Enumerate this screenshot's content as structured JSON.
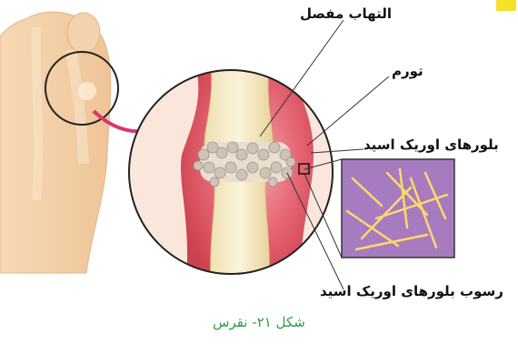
{
  "figure": {
    "labels": {
      "joint_inflammation": "التهاب مفصل",
      "swelling": "تورم",
      "uric_acid_crystals": "بلورهای اوریک اسید",
      "crystal_deposits": "رسوب بلورهای اوریک اسید"
    },
    "caption": "شکل ۲۱- نقرس"
  },
  "colors": {
    "skin": "#f3cfa8",
    "inflamed": "#e2475a",
    "bone": "#f7edc8",
    "crystal_bg": "#a77bbf",
    "crystal_needle": "#ffd86b",
    "arrow": "#d9386a",
    "caption": "#2e9e48",
    "corner_tag": "#f5e02a"
  }
}
